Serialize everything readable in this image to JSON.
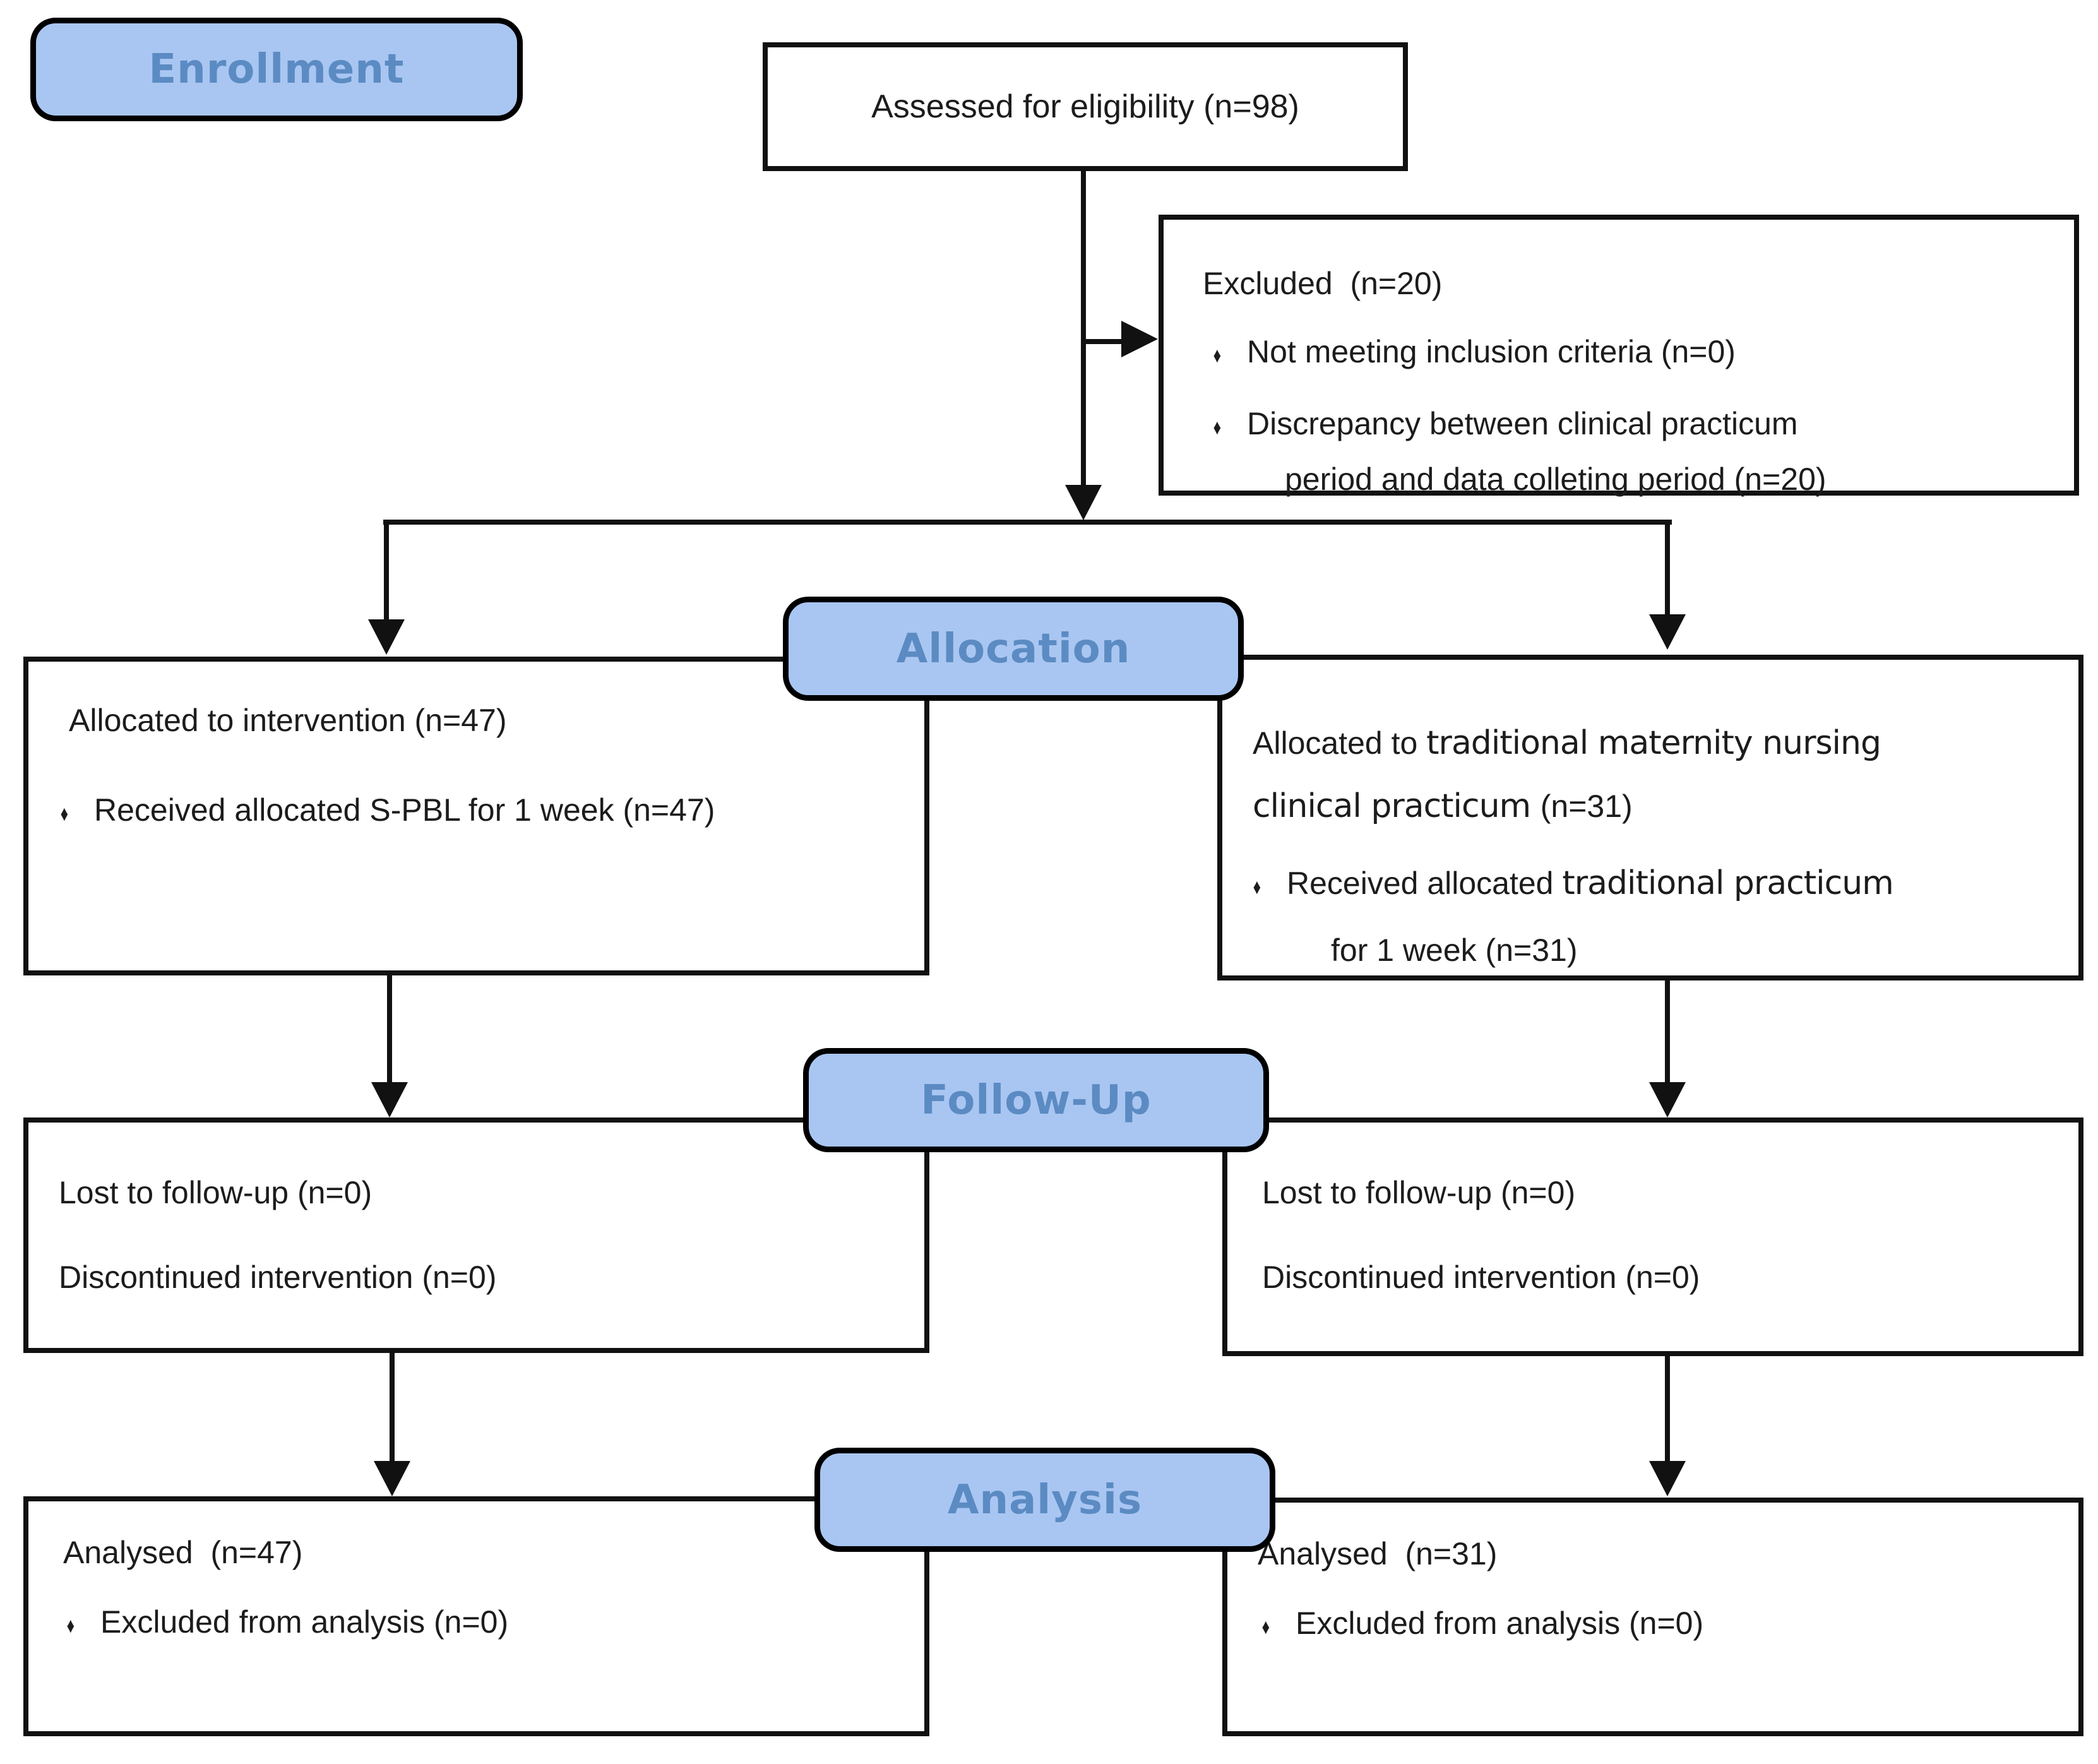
{
  "stages": {
    "enrollment": "Enrollment",
    "allocation": "Allocation",
    "followup": "Follow-Up",
    "analysis": "Analysis"
  },
  "bullet_char": "♦",
  "colors": {
    "stage_fill": "#a9c6f2",
    "stage_text": "#5b8bc2",
    "line": "#111111",
    "box_border": "#111111",
    "background": "#ffffff"
  },
  "assessed": {
    "text": "Assessed for eligibility (n=98)"
  },
  "excluded": {
    "title": "Excluded  (n=20)",
    "bullet1": "Not meeting inclusion criteria (n=0)",
    "bullet2_line1": "Discrepancy between clinical practicum",
    "bullet2_line2": "period and data colleting period (n=20)"
  },
  "alloc_left": {
    "line1": "Allocated to intervention (n=47)",
    "bullet1": "Received allocated S-PBL for 1 week (n=47)"
  },
  "alloc_right": {
    "line1_pre": "Allocated to ",
    "line1_em": "traditional maternity nursing",
    "line2_em": "clinical practicum ",
    "line2_post": "(n=31)",
    "bullet_pre": "Received allocated ",
    "bullet_em": "traditional practicum",
    "bullet_cont": "for 1 week (n=31)"
  },
  "followup_left": {
    "line1": "Lost to follow-up (n=0)",
    "line2": "Discontinued intervention (n=0)"
  },
  "followup_right": {
    "line1": "Lost to follow-up (n=0)",
    "line2": "Discontinued intervention (n=0)"
  },
  "analysis_left": {
    "line1": "Analysed  (n=47)",
    "bullet1": "Excluded from analysis (n=0)"
  },
  "analysis_right": {
    "line1": "Analysed  (n=31)",
    "bullet1": "Excluded from analysis (n=0)"
  }
}
